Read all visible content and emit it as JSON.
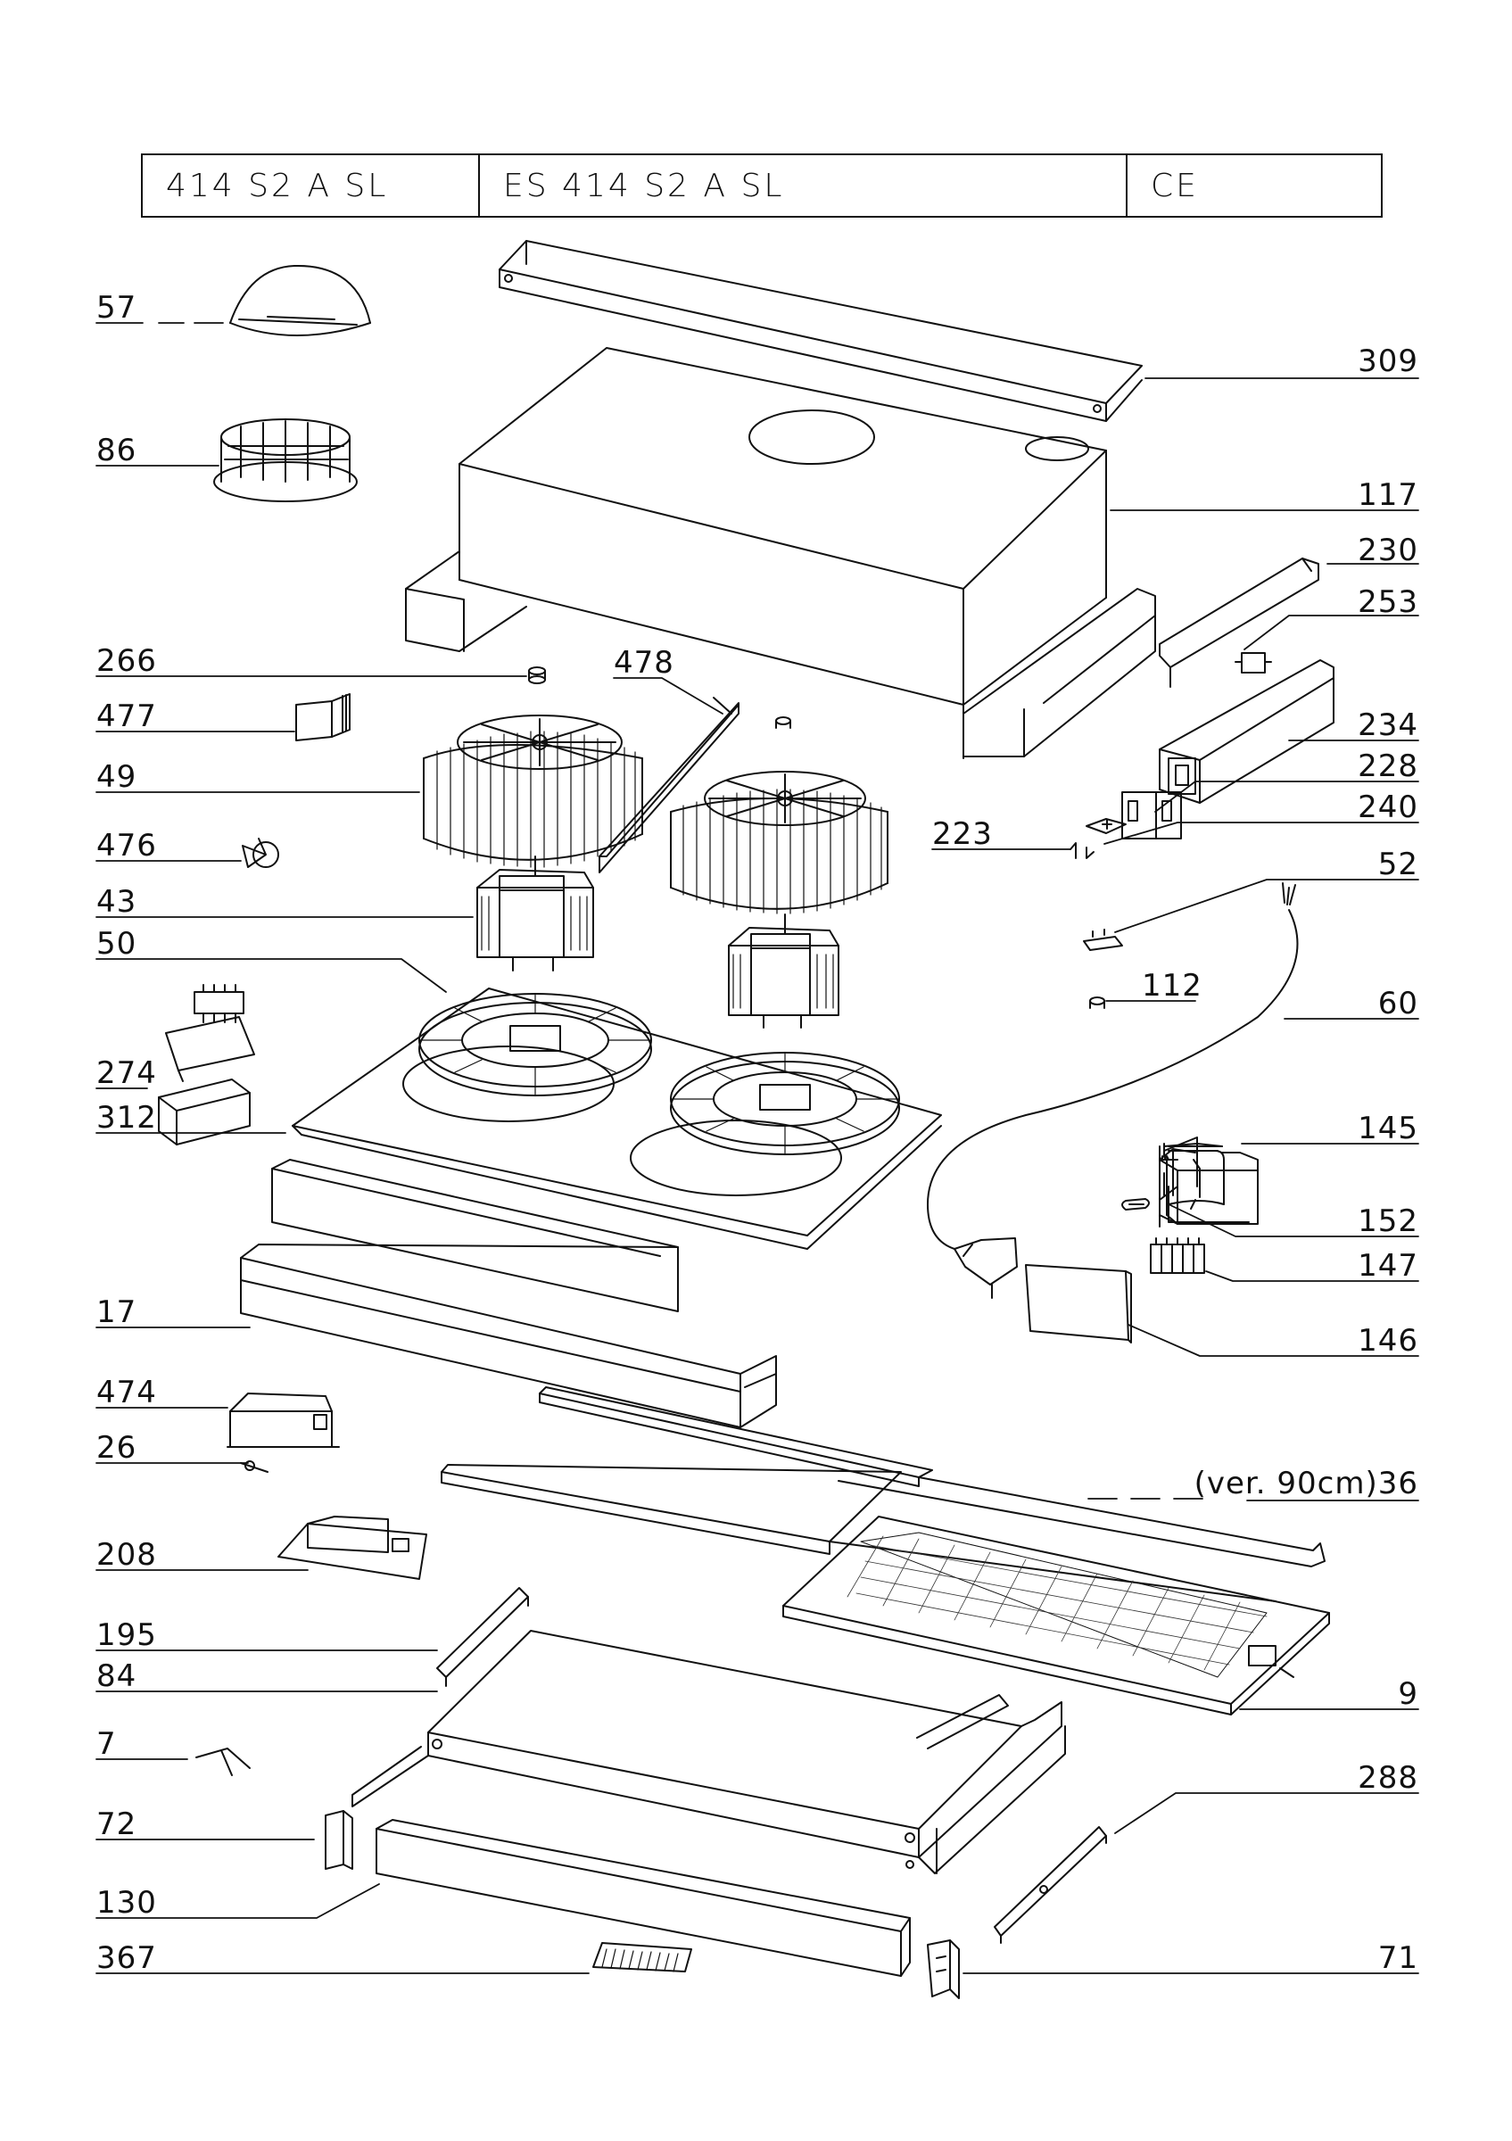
{
  "header": {
    "model_1": "414 S2 A SL",
    "model_2": "ES 414 S2 A SL",
    "mark": "CE"
  },
  "callouts": {
    "c57": "57",
    "c86": "86",
    "c266": "266",
    "c477": "477",
    "c49": "49",
    "c476": "476",
    "c43": "43",
    "c50": "50",
    "c274": "274",
    "c312": "312",
    "c17": "17",
    "c474": "474",
    "c26": "26",
    "c208": "208",
    "c195": "195",
    "c84": "84",
    "c7": "7",
    "c72": "72",
    "c130": "130",
    "c367": "367",
    "c478": "478",
    "c309": "309",
    "c117": "117",
    "c230": "230",
    "c253": "253",
    "c234": "234",
    "c228": "228",
    "c240": "240",
    "c223": "223",
    "c52": "52",
    "c112": "112",
    "c60": "60",
    "c145": "145",
    "c152": "152",
    "c147": "147",
    "c146": "146",
    "c36": "(ver. 90cm)36",
    "c9": "9",
    "c288": "288",
    "c71": "71"
  }
}
